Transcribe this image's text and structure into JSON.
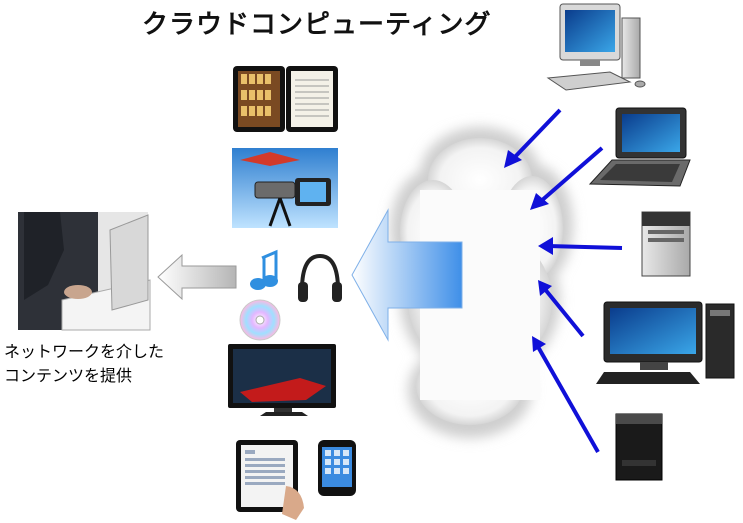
{
  "diagram": {
    "title": "クラウドコンピューティング",
    "caption": {
      "line1": "ネットワークを介した",
      "line2": "コンテンツを提供"
    },
    "icons": {
      "user": "user-laptop-icon",
      "ebook": "ebook-tablet-icon",
      "camera": "camera-plane-icon",
      "music": "music-note-icon",
      "headphones": "headphones-icon",
      "disc": "cd-disc-icon",
      "tv": "tv-racing-icon",
      "tablet": "tablet-hand-icon",
      "phone": "smartphone-icon",
      "desktop": "desktop-pc-icon",
      "laptop": "laptop-icon",
      "tower": "tower-pc-icon",
      "workstation": "workstation-pc-icon",
      "server": "small-server-icon",
      "cloud": "cloud-icon"
    },
    "colors": {
      "arrow_blue": "#1010d8",
      "big_arrow_blue": "#3f8fe8",
      "gray_arrow": "#bfbfbf"
    }
  }
}
